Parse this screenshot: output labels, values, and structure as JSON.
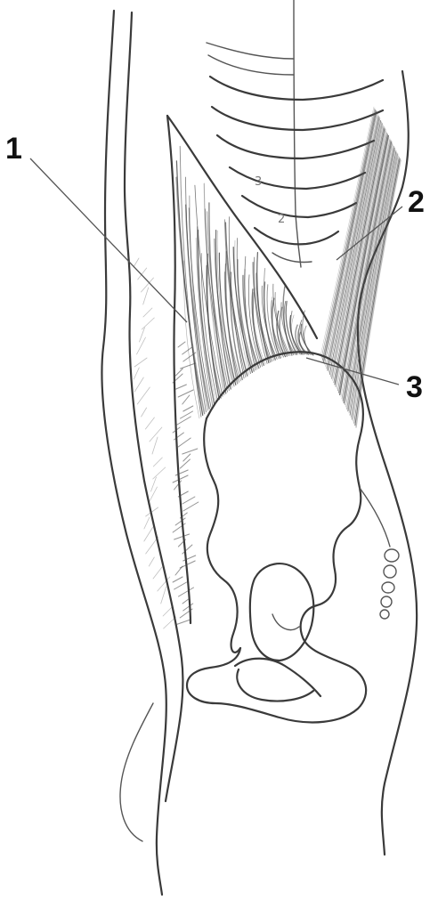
{
  "figure": {
    "callouts": [
      {
        "id": "1",
        "label": "1"
      },
      {
        "id": "2",
        "label": "2"
      },
      {
        "id": "3",
        "label": "3"
      }
    ],
    "rib_numbers": [
      {
        "id": "rib-3",
        "label": "3"
      },
      {
        "id": "rib-2",
        "label": "2"
      }
    ],
    "colors": {
      "ink": "#3a3a3a",
      "background": "#ffffff"
    }
  }
}
